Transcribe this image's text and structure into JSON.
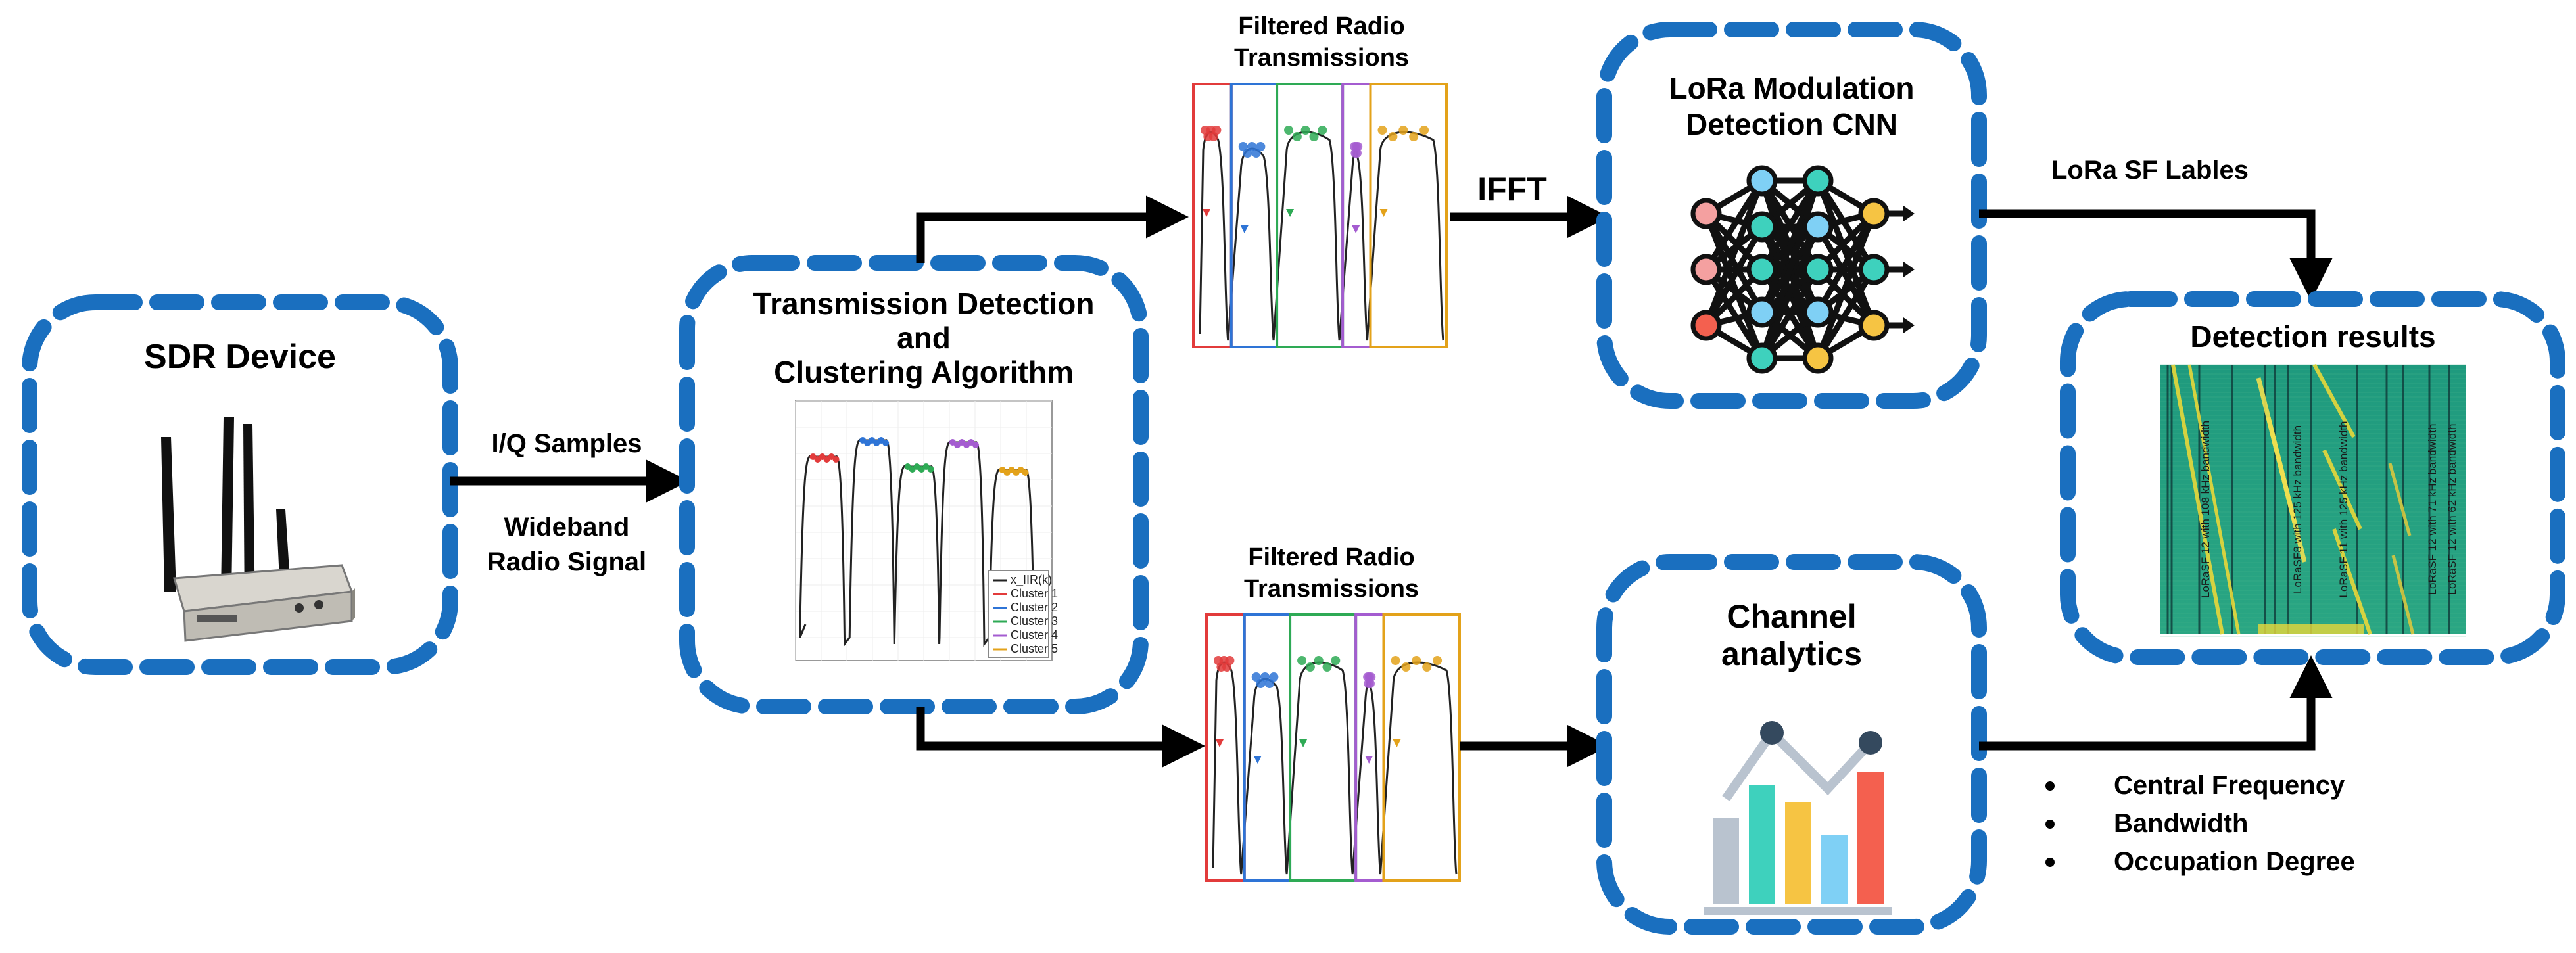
{
  "nodes": {
    "sdr": {
      "title": "SDR Device"
    },
    "detection": {
      "title_lines": [
        "Transmission Detection",
        "and",
        "Clustering Algorithm"
      ]
    },
    "filtered_top": {
      "title_lines": [
        "Filtered Radio",
        "Transmissions"
      ]
    },
    "filtered_bottom": {
      "title_lines": [
        "Filtered Radio",
        "Transmissions"
      ]
    },
    "lora_cnn": {
      "title_lines": [
        "LoRa Modulation",
        "Detection CNN"
      ]
    },
    "channel": {
      "title_lines": [
        "Channel",
        "analytics"
      ]
    },
    "results": {
      "title": "Detection results"
    }
  },
  "edges": {
    "iq": {
      "label_top": "I/Q Samples",
      "label_bottom_lines": [
        "Wideband",
        "Radio Signal"
      ]
    },
    "ifft": {
      "label": "IFFT"
    },
    "sf": {
      "label": "LoRa SF Lables"
    },
    "analytics": {
      "bullets": [
        "Central Frequency",
        "Bandwidth",
        "Occupation Degree"
      ]
    }
  },
  "cluster_plot": {
    "legend": [
      "x_IIR(k)",
      "Cluster 1",
      "Cluster 2",
      "Cluster 3",
      "Cluster 4",
      "Cluster 5"
    ],
    "legend_colors": [
      "#222222",
      "#e23b3b",
      "#2e74d6",
      "#2eaa55",
      "#a45cd0",
      "#e3a21a"
    ]
  },
  "spectrogram_captions": [
    "LoRaSF 12 with 108 kHz bandwidth",
    "LoRaSF8 with 125 kHz bandwidth",
    "LoRaSF 11 with 125 kHz bandwidth",
    "LoRaSF 12 with 71 kHz bandwidth",
    "LoRaSF 12 with 62 kHz bandwidth"
  ]
}
